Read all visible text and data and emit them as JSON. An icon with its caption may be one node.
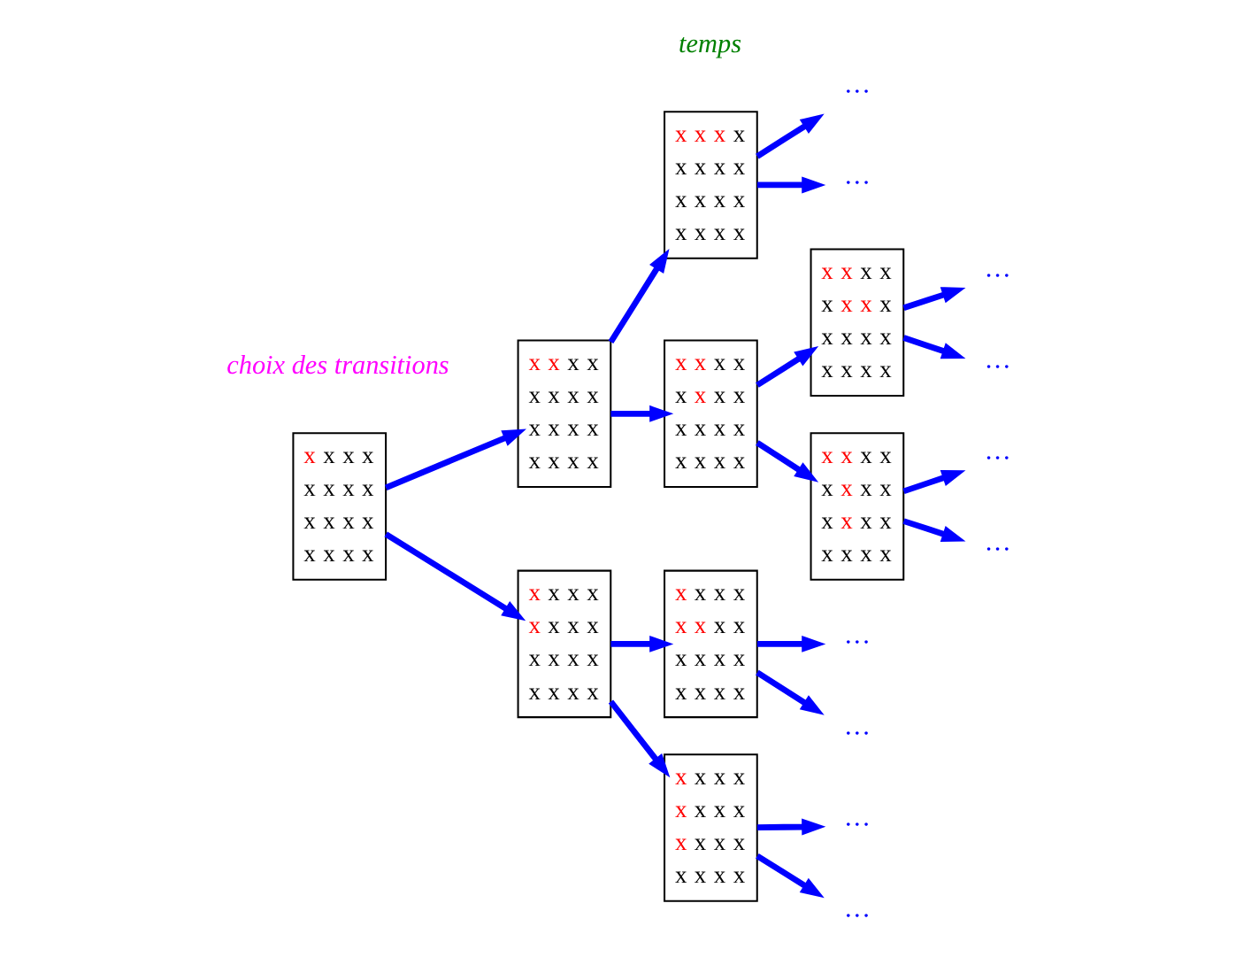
{
  "diagram": {
    "nodes": [
      {
        "text": [
          "x x x x x x x x x x x x x x x x"
        ]
      },
      {
        "text": [
          "x x x x x x x x x x x x x x x x"
        ]
      },
      {
        "text": [
          "x x x x x x x x x x x x x x x x"
        ]
      },
      {
        "text": [
          "x x x x x x x x x x x x x x x x"
        ]
      },
      {
        "text": [
          "x x x x x x x x x x x x x x x x"
        ]
      },
      {
        "text": [
          "x x x x x x x x x x x x x x x x"
        ]
      },
      {
        "text": [
          "x x x x x x x x x x x x x x x x"
        ]
      },
      {
        "text": [
          "x x x x x x x x x x x x x x x x"
        ]
      },
      {
        "text": [
          "x x x x x x x x x x x x x x x x"
        ]
      },
      {
        "text": [
          "···"
        ]
      },
      {
        "text": [
          "···"
        ]
      },
      {
        "text": [
          "···"
        ]
      },
      {
        "text": [
          "···"
        ]
      },
      {
        "text": [
          "···"
        ]
      },
      {
        "text": [
          "···"
        ]
      },
      {
        "text": [
          "···"
        ]
      },
      {
        "text": [
          "···"
        ]
      },
      {
        "text": [
          "···"
        ]
      },
      {
        "text": [
          "···"
        ]
      }
    ],
    "edges": [
      {
        "from": 0,
        "to": 1,
        "arrow": "to"
      },
      {
        "from": 0,
        "to": 2,
        "arrow": "to"
      },
      {
        "from": 1,
        "to": 3,
        "arrow": "to"
      },
      {
        "from": 1,
        "to": 4,
        "arrow": "to"
      },
      {
        "from": 2,
        "to": 5,
        "arrow": "to"
      },
      {
        "from": 2,
        "to": 6,
        "arrow": "to"
      },
      {
        "from": 3,
        "to": 9,
        "arrow": "to"
      },
      {
        "from": 3,
        "to": 10,
        "arrow": "to"
      },
      {
        "from": 4,
        "to": 7,
        "arrow": "to"
      },
      {
        "from": 4,
        "to": 8,
        "arrow": "to"
      },
      {
        "from": 7,
        "to": 11,
        "arrow": "to"
      },
      {
        "from": 7,
        "to": 12,
        "arrow": "to"
      },
      {
        "from": 8,
        "to": 13,
        "arrow": "to"
      },
      {
        "from": 8,
        "to": 14,
        "arrow": "to"
      },
      {
        "from": 5,
        "to": 15,
        "arrow": "to"
      },
      {
        "from": 5,
        "to": 16,
        "arrow": "to"
      },
      {
        "from": 6,
        "to": 17,
        "arrow": "to"
      },
      {
        "from": 6,
        "to": 18,
        "arrow": "to"
      }
    ],
    "labels": [
      "choix des transitions",
      "temps"
    ]
  }
}
